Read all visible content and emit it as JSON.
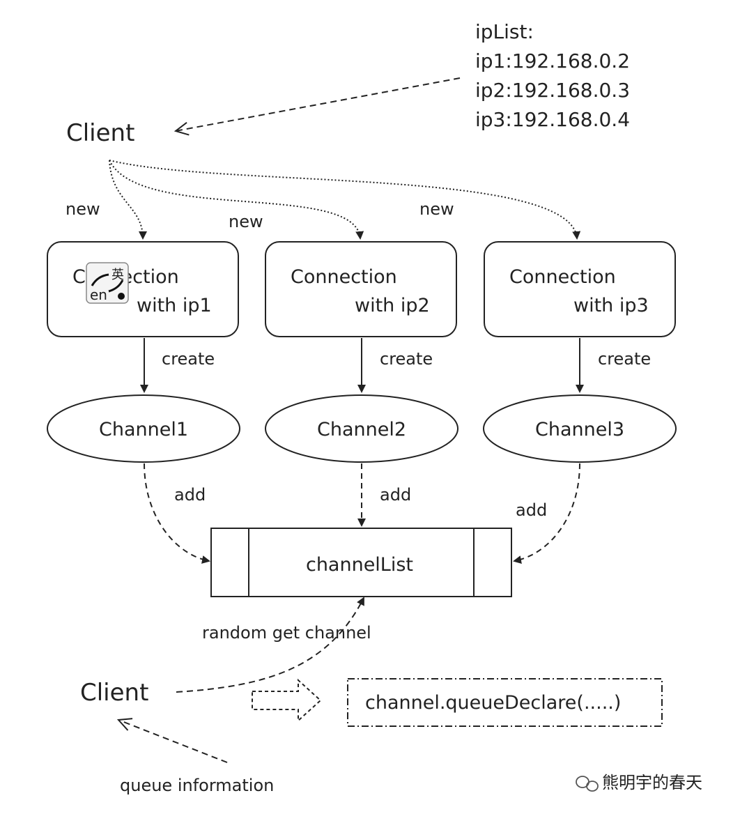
{
  "ip_list": {
    "header": "ipList:",
    "entries": [
      "ip1:192.168.0.2",
      "ip2:192.168.0.3",
      "ip3:192.168.0.4"
    ]
  },
  "client_top": "Client",
  "client_bottom": "Client",
  "new_labels": [
    "new",
    "new",
    "new"
  ],
  "connections": [
    {
      "line1": "Connection",
      "line2": "with ip1"
    },
    {
      "line1": "Connection",
      "line2": "with ip2"
    },
    {
      "line1": "Connection",
      "line2": "with ip3"
    }
  ],
  "create_labels": [
    "create",
    "create",
    "create"
  ],
  "channels": [
    "Channel1",
    "Channel2",
    "Channel3"
  ],
  "add_labels": [
    "add",
    "add",
    "add"
  ],
  "channel_list": "channelList",
  "random_get": "random get channel",
  "queue_declare": "channel.queueDeclare(.....)",
  "queue_info": "queue information",
  "ime_badge": {
    "top": "英",
    "bottom": "en"
  },
  "watermark": "熊明宇的春天",
  "colors": {
    "stroke": "#222222",
    "text": "#222222",
    "background": "#ffffff"
  }
}
